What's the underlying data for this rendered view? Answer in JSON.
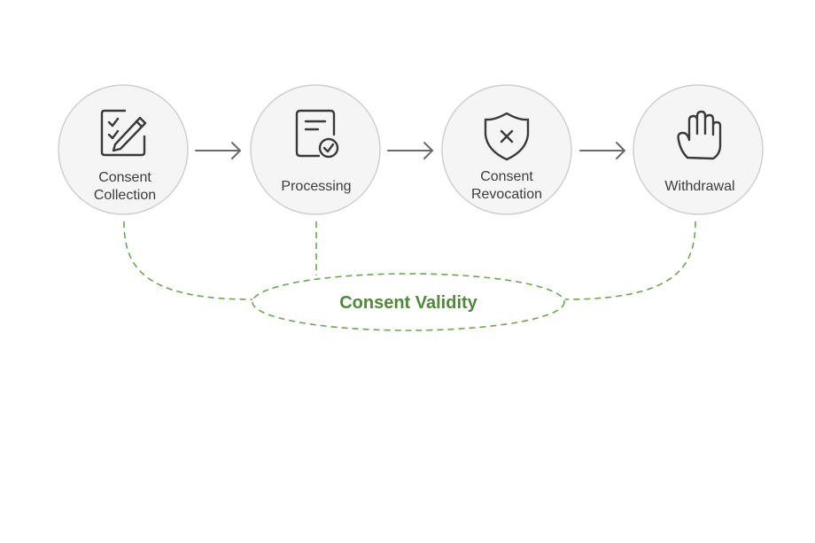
{
  "nodes": [
    {
      "id": "collection",
      "label_lines": [
        "Consent",
        "Collection"
      ],
      "icon": "signed-document-pen-icon"
    },
    {
      "id": "processing",
      "label_lines": [
        "Processing"
      ],
      "icon": "document-checkmark-icon"
    },
    {
      "id": "revocation",
      "label_lines": [
        "Consent",
        "Revocation"
      ],
      "icon": "shield-x-icon"
    },
    {
      "id": "withdrawal",
      "label_lines": [
        "Withdrawal"
      ],
      "icon": "raised-hand-icon"
    }
  ],
  "validity": {
    "label": "Consent Validity",
    "color": "#4e8a38",
    "dash_color": "#6aa84f"
  },
  "colors": {
    "node_fill": "#f5f5f5",
    "node_stroke": "#cfcfcf",
    "icon": "#3a3a3a",
    "text": "#3c3c3c",
    "arrow": "#6a6a6a"
  }
}
